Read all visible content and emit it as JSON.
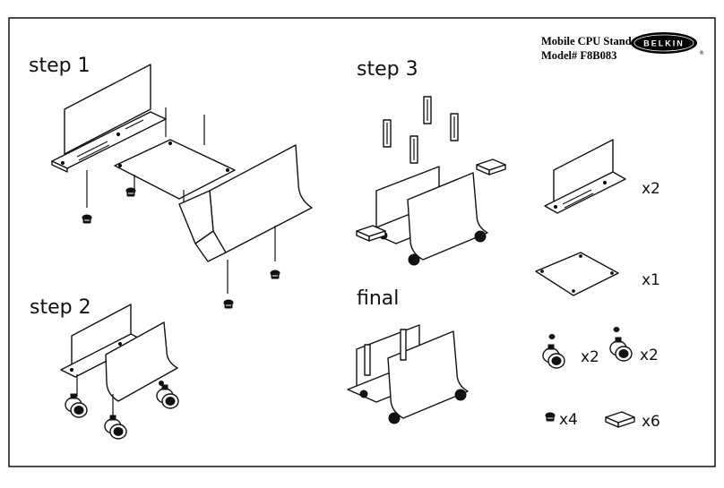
{
  "header": {
    "title_line1": "Mobile CPU Stand",
    "title_line2": "Model# F8B083",
    "brand": "BELKIN",
    "registered_mark": "®"
  },
  "steps": {
    "step1": "step 1",
    "step2": "step 2",
    "step3": "step 3",
    "final": "final"
  },
  "parts": {
    "side_panel_qty": "x2",
    "base_plate_qty": "x1",
    "caster_a_qty": "x2",
    "caster_b_qty": "x2",
    "screw_qty": "x4",
    "pad_qty": "x6"
  },
  "colors": {
    "line": "#111111",
    "background": "#ffffff",
    "badge": "#000000"
  }
}
